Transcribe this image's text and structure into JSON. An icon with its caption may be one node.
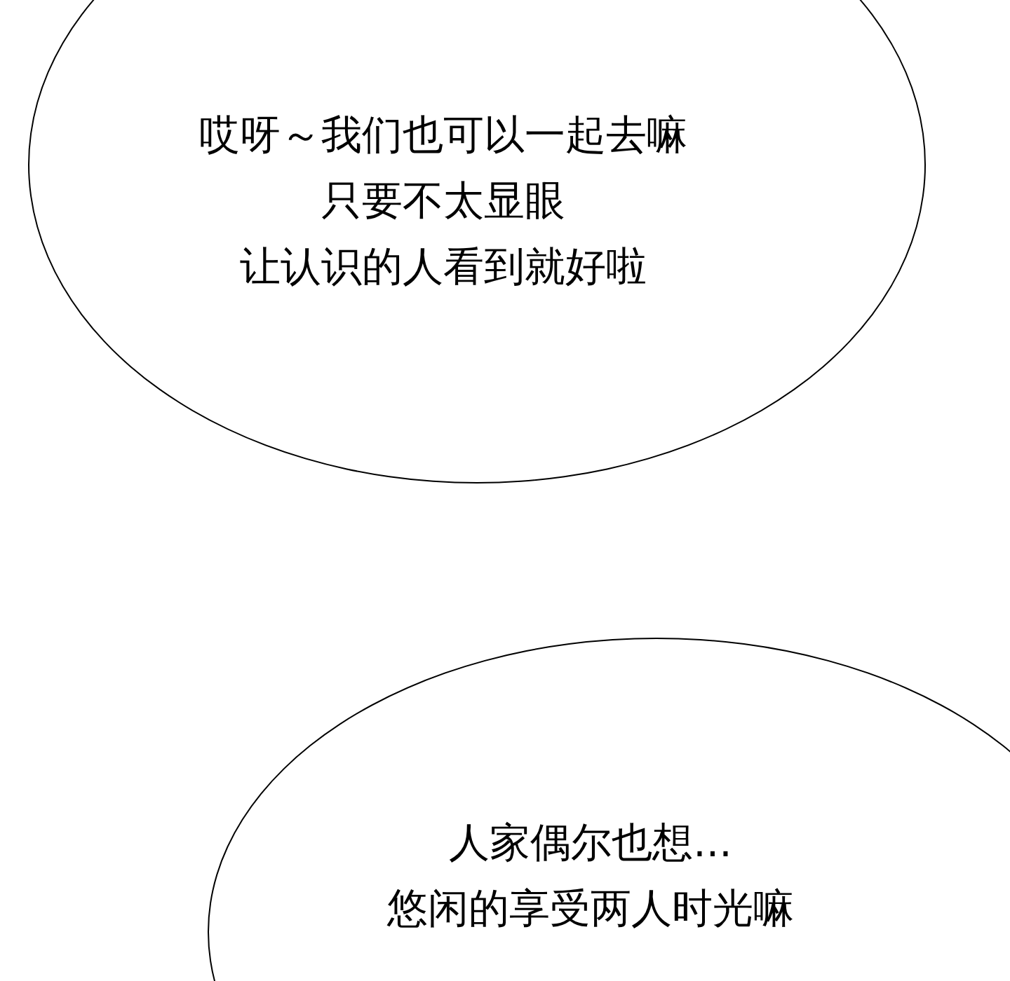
{
  "diagram": {
    "nodes": [
      {
        "text": [
          "哎呀～我们也可以一起去嘛",
          "只要不太显眼",
          "让认识的人看到就好啦"
        ]
      },
      {
        "text": [
          "人家偶尔也想...",
          "悠闲的享受两人时光嘛"
        ]
      }
    ]
  }
}
